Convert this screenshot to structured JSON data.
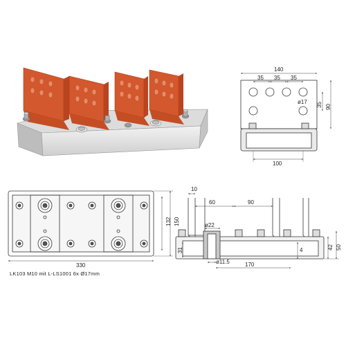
{
  "caption": "LK103 M10 mit L-LS1001 6x Ø17mm",
  "colors": {
    "copper": "#d4582d",
    "copper_dark": "#b9441f",
    "copper_light": "#e07a52",
    "base": "#e6e6e6",
    "base_side": "#c9c9c9",
    "line": "#333333",
    "dim": "#444444"
  },
  "side_view": {
    "overall_width": "140",
    "hole_spacings": [
      "35",
      "35",
      "35"
    ],
    "hole_diameter": "ø17",
    "vertical_spacing": "35",
    "plate_height": "90",
    "base_width": "100"
  },
  "top_view": {
    "overall_length": "330",
    "overall_width": "150",
    "inner_width": "132"
  },
  "front_view": {
    "plate_thickness": "10",
    "gap_60": "60",
    "gap_90": "90",
    "bore_top": "ø22",
    "bore_bottom": "ø11.5",
    "height_31": "31",
    "length_170": "170",
    "height_4": "4",
    "height_42": "42",
    "height_50": "50"
  }
}
